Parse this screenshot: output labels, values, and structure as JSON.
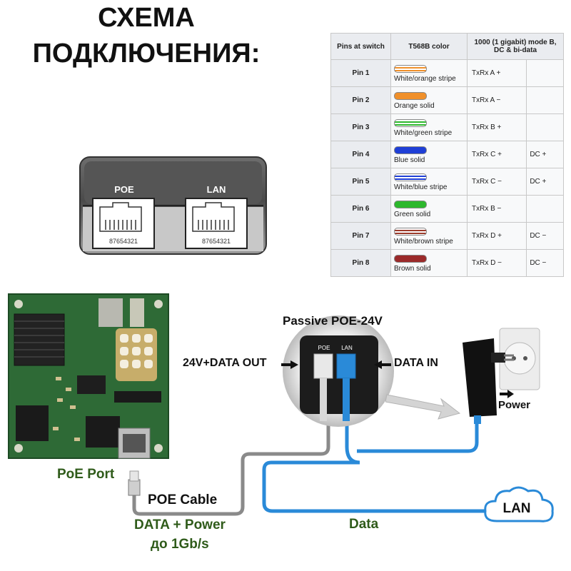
{
  "title_lines": [
    "СХЕМА",
    "ПОДКЛЮЧЕНИЯ:"
  ],
  "jack_panel": {
    "left_port": "POE",
    "right_port": "LAN",
    "left_pins": "87654321",
    "right_pins": "87654321"
  },
  "pin_table": {
    "headers": [
      "Pins at switch",
      "T568B color",
      "1000 (1 gigabit) mode B, DC & bi-data"
    ],
    "rows": [
      {
        "pin": "Pin 1",
        "color": "White/orange stripe",
        "signal": "TxRx A +",
        "dc": ""
      },
      {
        "pin": "Pin 2",
        "color": "Orange solid",
        "signal": "TxRx A −",
        "dc": ""
      },
      {
        "pin": "Pin 3",
        "color": "White/green stripe",
        "signal": "TxRx B +",
        "dc": ""
      },
      {
        "pin": "Pin 4",
        "color": "Blue solid",
        "signal": "TxRx C +",
        "dc": "DC +"
      },
      {
        "pin": "Pin 5",
        "color": "White/blue stripe",
        "signal": "TxRx C −",
        "dc": "DC +"
      },
      {
        "pin": "Pin 6",
        "color": "Green solid",
        "signal": "TxRx B −",
        "dc": ""
      },
      {
        "pin": "Pin 7",
        "color": "White/brown stripe",
        "signal": "TxRx D +",
        "dc": "DC −"
      },
      {
        "pin": "Pin 8",
        "color": "Brown solid",
        "signal": "TxRx D −",
        "dc": "DC −"
      }
    ],
    "wire_colors": [
      "#f0902a",
      "#f0902a",
      "#2db82d",
      "#1f3fd6",
      "#1f3fd6",
      "#2db82d",
      "#9b3a2a",
      "#9b2a2a"
    ],
    "wire_striped": [
      true,
      false,
      true,
      false,
      true,
      false,
      true,
      false
    ]
  },
  "diagram": {
    "injector_title": "Passive POE-24V",
    "injector_port_left": "POE",
    "injector_port_right": "LAN",
    "out_label": "24V+DATA OUT",
    "in_label": "DATA IN",
    "power_label": "Power",
    "poe_port_label": "PoE Port",
    "cable_label": "POE Cable",
    "cable_sub1": "DATA + Power",
    "cable_sub2": "до 1Gb/s",
    "data_label": "Data",
    "lan_cloud": "LAN"
  },
  "colors": {
    "board": "#2e6a36",
    "cable_blue": "#2a8ad8",
    "cable_gray": "#8a8a8a",
    "accent_green": "#2f5b1a"
  }
}
